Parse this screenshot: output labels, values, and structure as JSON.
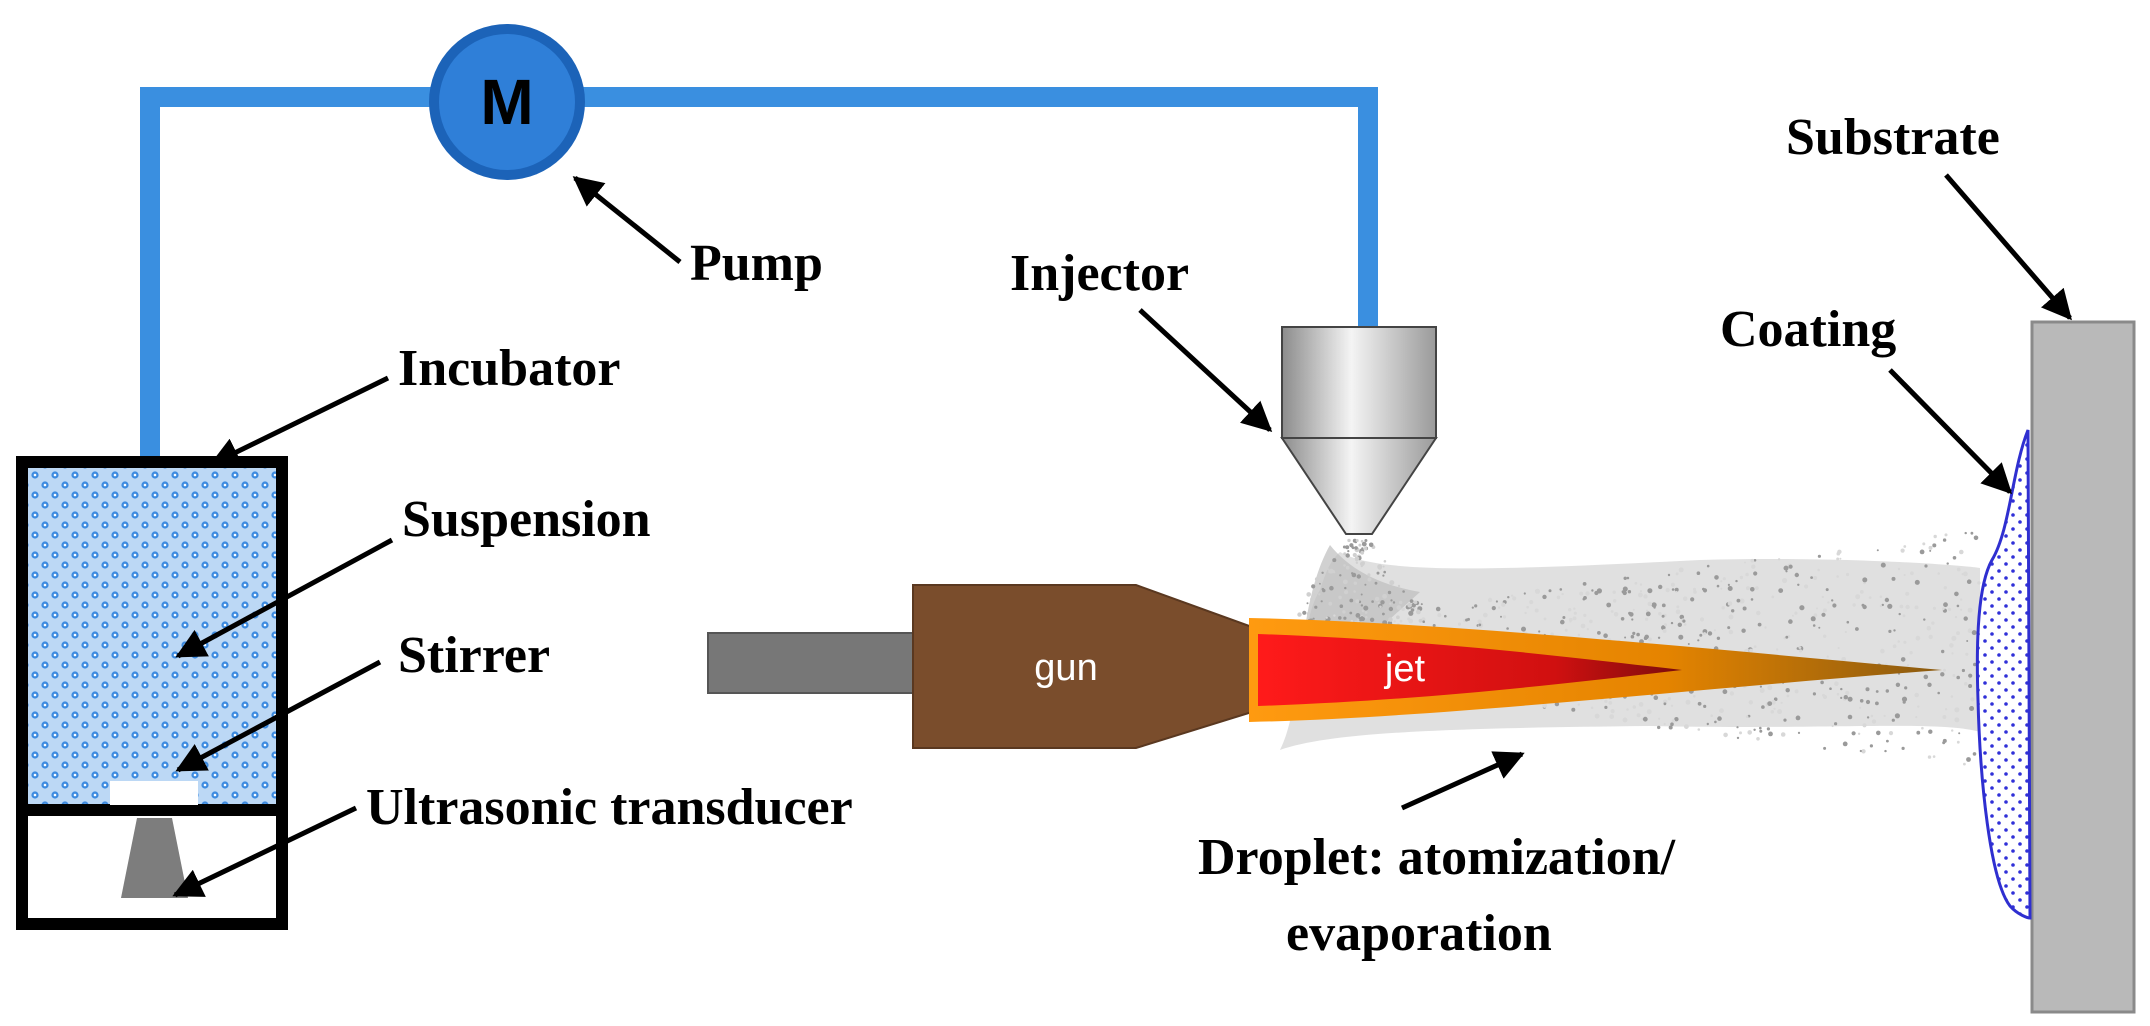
{
  "labels": {
    "motor": "M",
    "pump": "Pump",
    "injector": "Injector",
    "incubator": "Incubator",
    "suspension": "Suspension",
    "stirrer": "Stirrer",
    "transducer": "Ultrasonic transducer",
    "gun": "gun",
    "jet": "jet",
    "droplet_line1": "Droplet: atomization/",
    "droplet_line2": "evaporation",
    "substrate": "Substrate",
    "coating": "Coating"
  },
  "colors": {
    "pipe": "#3a8fe0",
    "motor_fill": "#2f7fd8",
    "motor_ring": "#1c63b8",
    "suspension_fill": "#bcd8f5",
    "suspension_dot": "#3d8be0",
    "gun_body": "#7a4d2c",
    "gun_rear": "#777777",
    "flame_outer": "#f08a00",
    "jet_core": "#e21010",
    "spray": "#b5b5b5",
    "coating": "#2f2fd0",
    "substrate": "#b9b9b9"
  }
}
